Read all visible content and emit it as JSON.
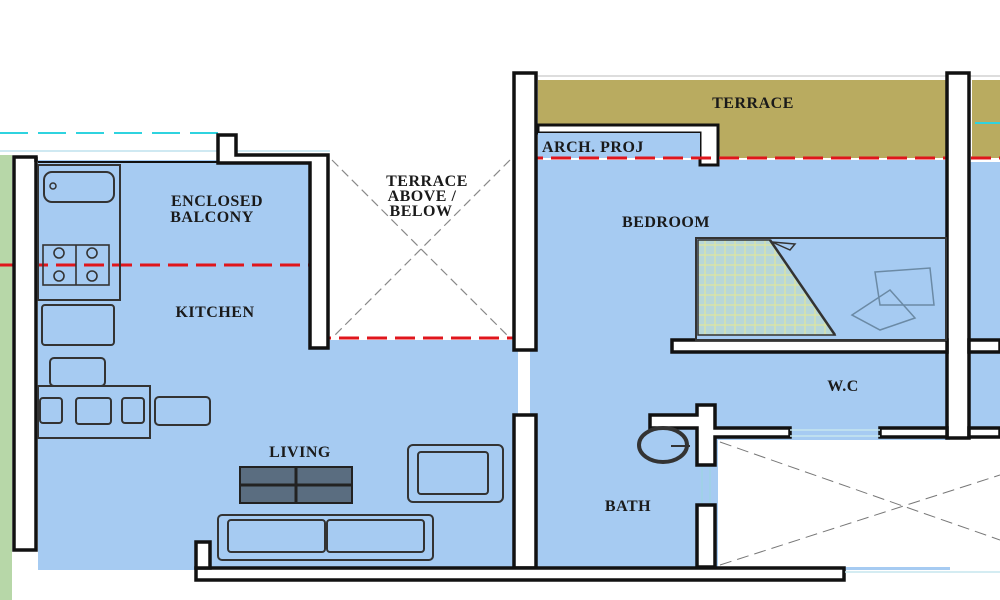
{
  "colors": {
    "room_fill": "#a6cbf2",
    "terrace_fill": "#b9ab60",
    "green_strip": "#b7d7a8",
    "wall": "#111111",
    "dashed_line": "#e0161c",
    "cyan_line": "#2fd3df"
  },
  "labels": {
    "enclosed_balcony_1": "ENCLOSED",
    "enclosed_balcony_2": "BALCONY",
    "kitchen": "KITCHEN",
    "terrace_above_1": "TERRACE",
    "terrace_above_2": "ABOVE /",
    "terrace_above_3": "BELOW",
    "terrace": "TERRACE",
    "arch_proj": "ARCH. PROJ",
    "bedroom": "BEDROOM",
    "wc": "W.C",
    "living": "LIVING",
    "bath": "BATH"
  }
}
